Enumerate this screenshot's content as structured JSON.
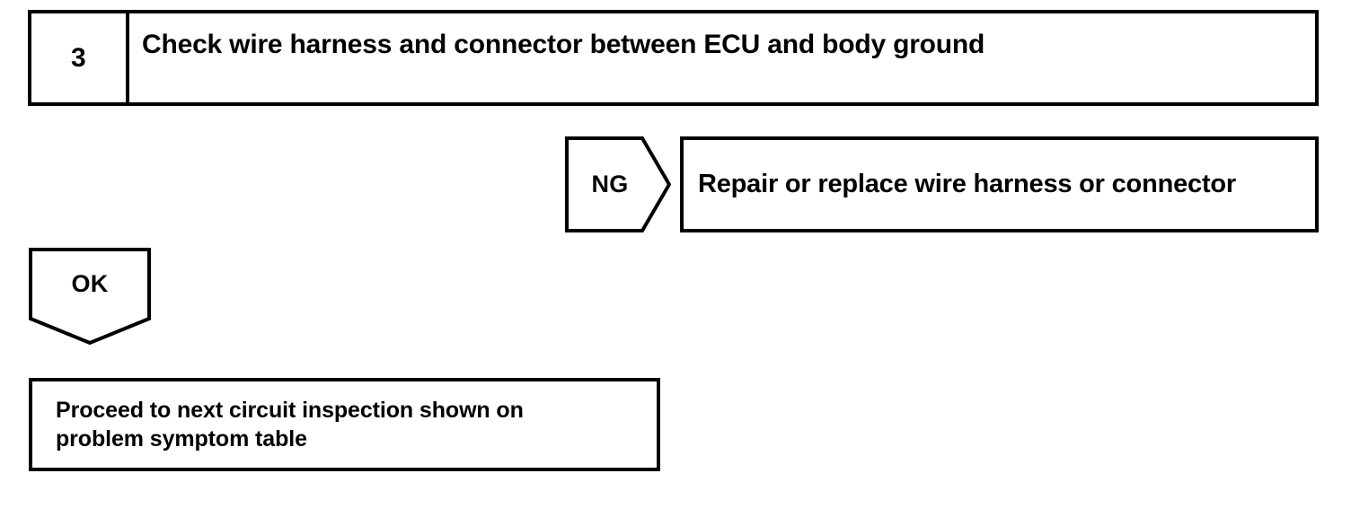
{
  "diagram": {
    "type": "troubleshooting-flowchart",
    "step": {
      "number": "3",
      "description": "Check wire harness and connector between ECU and body ground"
    },
    "branches": {
      "ng": {
        "label": "NG",
        "tag_shape": "pentagon-arrow-right",
        "outcome": "Repair or replace wire harness or connector"
      },
      "ok": {
        "label": "OK",
        "tag_shape": "pentagon-arrow-down",
        "outcome_lines": [
          "Proceed to next circuit inspection shown on",
          "problem symptom table"
        ]
      }
    },
    "colors": {
      "ink": "#000000",
      "paper": "#ffffff"
    }
  }
}
